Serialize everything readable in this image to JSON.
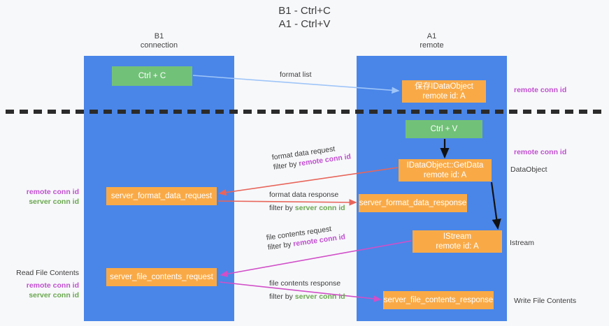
{
  "title": {
    "line1": "B1 - Ctrl+C",
    "line2": "A1 - Ctrl+V"
  },
  "columns": [
    {
      "name": "B1",
      "sub": "connection",
      "color": "#4a86e8"
    },
    {
      "name": "A1",
      "sub": "remote",
      "color": "#4a86e8"
    }
  ],
  "nodes": {
    "ctrl_c": {
      "label": "Ctrl + C",
      "color": "#72c178"
    },
    "save_idataobject": {
      "line1": "保存IDataObject",
      "line2": "remote id: A",
      "color": "#f9aa47"
    },
    "ctrl_v": {
      "label": "Ctrl + V",
      "color": "#72c178"
    },
    "getdata": {
      "line1": "IDataObject::GetData",
      "line2": "remote id: A",
      "color": "#f9aa47"
    },
    "server_format_data_request": {
      "label": "server_format_data_request",
      "color": "#f9aa47"
    },
    "server_format_data_response": {
      "label": "server_format_data_response",
      "color": "#f9aa47"
    },
    "istream": {
      "line1": "IStream",
      "line2": "remote id: A",
      "color": "#f9aa47"
    },
    "server_file_contents_request": {
      "label": "server_file_contents_request",
      "color": "#f9aa47"
    },
    "server_file_contents_response": {
      "label": "server_file_contents_response",
      "color": "#f9aa47"
    }
  },
  "edges": {
    "format_list": {
      "label": "format list",
      "color": "#9fc5f8"
    },
    "format_data_request": {
      "label": "format data request",
      "filter_prefix": "filter by ",
      "filter_key": "remote conn id",
      "color": "#e8655a"
    },
    "format_data_response": {
      "label": "format data response",
      "filter_prefix": "filter by ",
      "filter_key": "server conn id",
      "color": "#e8655a"
    },
    "file_contents_request": {
      "label": "file contents request",
      "filter_prefix": "filter by ",
      "filter_key": "remote conn id",
      "color": "#d14fc8"
    },
    "file_contents_response": {
      "label": "file contents response",
      "filter_prefix": "filter by ",
      "filter_key": "server conn id",
      "color": "#d14fc8"
    }
  },
  "annotations": {
    "right_remote_conn_id_top": "remote conn id",
    "right_remote_conn_id_mid": "remote conn id",
    "right_dataobject": "DataObject",
    "right_istream": "Istream",
    "right_write_file_contents": "Write File Contents",
    "left_remote_conn_id": "remote conn id",
    "left_server_conn_id": "server conn id",
    "left_read_file_contents": "Read File Contents",
    "left_remote_conn_id_2": "remote conn id",
    "left_server_conn_id_2": "server conn id"
  },
  "colors": {
    "column": "#4a86e8",
    "orange": "#f9aa47",
    "green_node": "#72c178",
    "purple_text": "#c14fd0",
    "green_text": "#6aa84f",
    "red_arrow": "#e8655a",
    "magenta_arrow": "#d14fc8",
    "light_blue_arrow": "#9fc5f8",
    "divider": "#2b2b2b",
    "background": "#f7f8fa"
  }
}
